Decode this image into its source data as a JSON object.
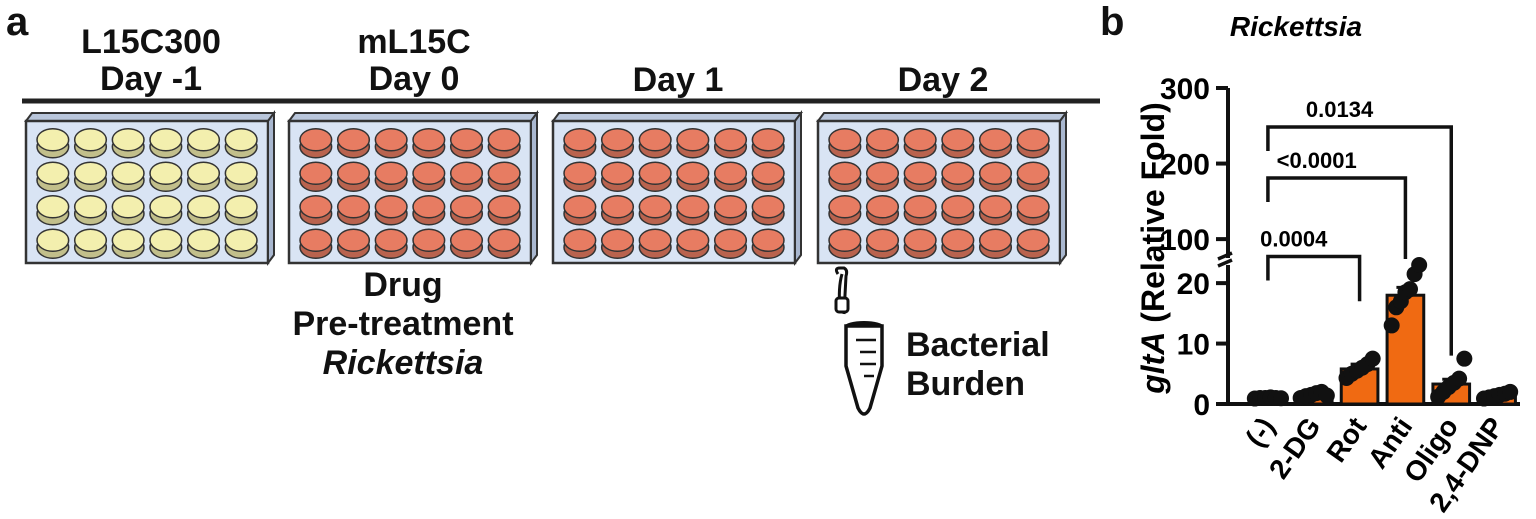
{
  "panel_a": {
    "letter": "a",
    "plates": [
      {
        "line1": "L15C300",
        "line2": "Day -1",
        "well_color": "#f3efae"
      },
      {
        "line1": "mL15C",
        "line2": "Day 0",
        "well_color": "#e77c62"
      },
      {
        "line1": "",
        "line2": "Day 1",
        "well_color": "#e77c62"
      },
      {
        "line1": "",
        "line2": "Day 2",
        "well_color": "#e77c62"
      }
    ],
    "plate_fill": "#d9e4f4",
    "treatment": {
      "line1": "Drug",
      "line2": "Pre-treatment",
      "line3": "Rickettsia"
    },
    "burden": {
      "line1": "Bacterial",
      "line2": "Burden"
    },
    "tube_icon": "microcentrifuge-tube-icon"
  },
  "panel_b": {
    "letter": "b"
  },
  "chart_data": {
    "type": "bar",
    "title": "Rickettsia",
    "ylabel_italic": "gltA",
    "ylabel_rest": " (Relative Fold)",
    "categories": [
      "(-)",
      "2-DG",
      "Rot",
      "Anti",
      "Oligo",
      "2,4-DNP"
    ],
    "values": [
      1,
      1.5,
      5.8,
      18,
      3.3,
      1.3
    ],
    "errors": [
      0.1,
      0.3,
      0.8,
      1.3,
      0.8,
      0.2
    ],
    "points": [
      [
        0.9,
        1.0,
        1.0,
        1.1,
        1.0,
        0.95
      ],
      [
        1.0,
        1.3,
        1.5,
        1.8,
        2.0,
        1.4
      ],
      [
        4.3,
        5.0,
        5.5,
        6.0,
        6.6,
        7.5
      ],
      [
        13,
        16,
        17,
        18.5,
        19,
        21.5,
        23
      ],
      [
        1.2,
        2.0,
        2.8,
        3.5,
        4.2,
        7.5
      ],
      [
        0.9,
        1.1,
        1.3,
        1.5,
        1.7,
        2.0
      ]
    ],
    "bar_colors": [
      "#f06a12",
      "#f06a12",
      "#f06a12",
      "#f06a12",
      "#f06a12",
      "#f06a12"
    ],
    "y_lower": {
      "range": [
        0,
        23
      ],
      "ticks": [
        "0",
        "10",
        "20"
      ],
      "values": [
        0,
        10,
        20
      ]
    },
    "y_upper": {
      "range": [
        75,
        300
      ],
      "ticks": [
        "100",
        "200",
        "300"
      ],
      "values": [
        100,
        200,
        300
      ]
    },
    "broken_axis": true,
    "comparisons": [
      {
        "from": "(-)",
        "to": "Rot",
        "p": "0.0004"
      },
      {
        "from": "(-)",
        "to": "Anti",
        "p": "<0.0001"
      },
      {
        "from": "(-)",
        "to": "Oligo",
        "p": "0.0134"
      }
    ]
  }
}
